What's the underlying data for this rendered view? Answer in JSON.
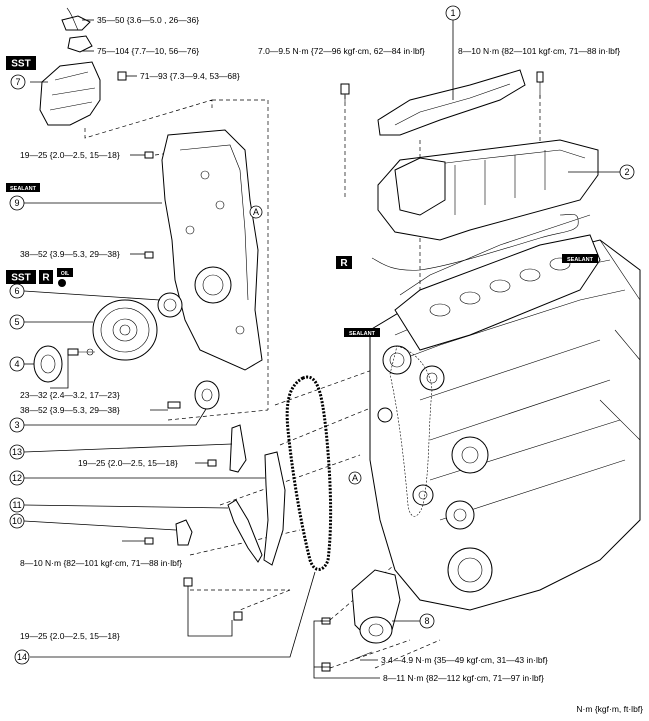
{
  "torque_specs": {
    "t1": "35—50 {3.6—5.0 , 26—36}",
    "t2": "75—104 {7.7—10, 56—76}",
    "t3": "71—93 {7.3—9.4, 53—68}",
    "t4": "7.0—9.5 N·m {72—96 kgf·cm, 62—84 in·lbf}",
    "t5": "8—10 N·m {82—101 kgf·cm, 71—88 in·lbf}",
    "t6": "19—25 {2.0—2.5, 15—18}",
    "t7": "38—52 {3.9—5.3, 29—38}",
    "t8": "23—32 {2.4—3.2, 17—23}",
    "t9": "38—52 {3.9—5.3, 29—38}",
    "t10": "19—25 {2.0—2.5, 15—18}",
    "t11": "8—10 N·m {82—101 kgf·cm, 71—88 in·lbf}",
    "t12": "19—25 {2.0—2.5, 15—18}",
    "t13": "3.4—4.9 N·m {35—49 kgf·cm, 31—43 in·lbf}",
    "t14": "8—11 N·m {82—112 kgf·cm, 71—97 in·lbf}"
  },
  "callouts": [
    "1",
    "2",
    "3",
    "4",
    "5",
    "6",
    "7",
    "8",
    "9",
    "10",
    "11",
    "12",
    "13",
    "14"
  ],
  "ref_label": "A",
  "badges": {
    "sst": "SST",
    "r": "R",
    "sealant": "SEALANT",
    "oil": "OIL"
  },
  "units": "N·m {kgf·m, ft·lbf}"
}
